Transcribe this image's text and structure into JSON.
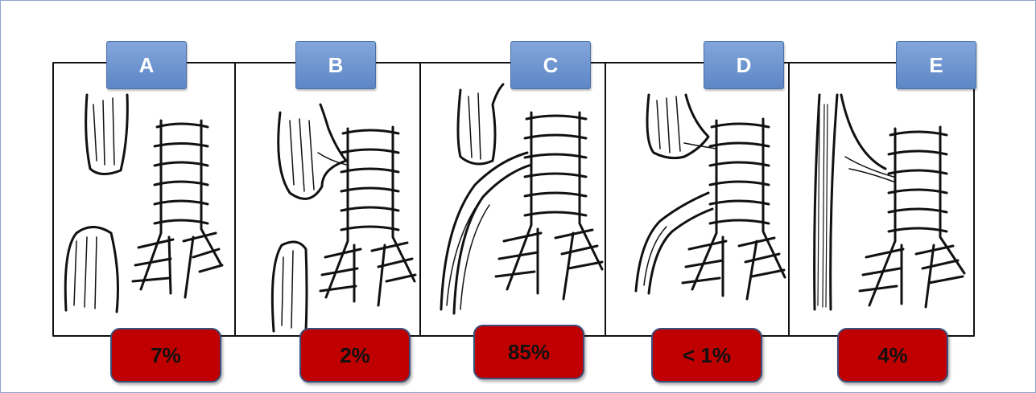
{
  "panels": [
    {
      "label": "A",
      "percent": "7%"
    },
    {
      "label": "B",
      "percent": "2%"
    },
    {
      "label": "C",
      "percent": "85%"
    },
    {
      "label": "D",
      "percent": "< 1%"
    },
    {
      "label": "E",
      "percent": "4%"
    }
  ],
  "colors": {
    "label_tab": "#6f95d2",
    "percent_box": "#c00000",
    "ink": "#111111"
  }
}
